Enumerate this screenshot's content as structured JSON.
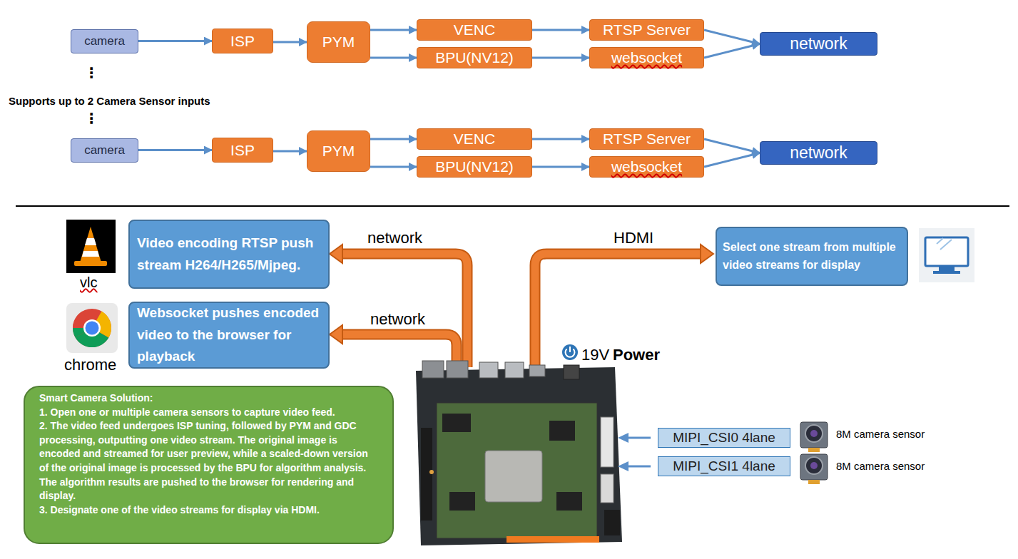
{
  "diagram": {
    "nodes": [
      {
        "text": [
          "camera"
        ]
      },
      {
        "text": [
          "ISP"
        ]
      },
      {
        "text": [
          "PYM"
        ]
      },
      {
        "text": [
          "VENC"
        ]
      },
      {
        "text": [
          "BPU(NV12)"
        ]
      },
      {
        "text": [
          "RTSP Server"
        ]
      },
      {
        "text": [
          "websocket"
        ]
      },
      {
        "text": [
          "network"
        ]
      },
      {
        "text": [
          "camera"
        ]
      },
      {
        "text": [
          "ISP"
        ]
      },
      {
        "text": [
          "PYM"
        ]
      },
      {
        "text": [
          "VENC"
        ]
      },
      {
        "text": [
          "BPU(NV12)"
        ]
      },
      {
        "text": [
          "RTSP Server"
        ]
      },
      {
        "text": [
          "websocket"
        ]
      },
      {
        "text": [
          "network"
        ]
      },
      {
        "text": [
          "Video encoding RTSP push stream H264/H265/Mjpeg."
        ]
      },
      {
        "text": [
          "Select one stream from multiple video streams for display"
        ]
      },
      {
        "text": [
          "Websocket pushes encoded video to the browser for playback"
        ]
      },
      {
        "text": [
          "Smart Camera Solution:",
          "1. Open one or multiple camera sensors to capture video feed.",
          "2. The video feed undergoes ISP tuning, followed by PYM and GDC processing, outputting one video stream. The original image is encoded and streamed for user preview, while a scaled-down version of the original image is processed by the BPU for algorithm analysis. The algorithm results are pushed to the browser for rendering and display.",
          "3. Designate one of the video streams for display via HDMI."
        ]
      },
      {
        "text": [
          "MIPI_CSI0 4lane"
        ]
      },
      {
        "text": [
          "MIPI_CSI1 4lane"
        ]
      }
    ],
    "edges": [
      {
        "from": 0,
        "to": 1,
        "arrow": "to"
      },
      {
        "from": 1,
        "to": 2,
        "arrow": "to"
      },
      {
        "from": 2,
        "to": 3,
        "arrow": "to"
      },
      {
        "from": 2,
        "to": 4,
        "arrow": "to"
      },
      {
        "from": 3,
        "to": 5,
        "arrow": "to"
      },
      {
        "from": 4,
        "to": 6,
        "arrow": "to"
      },
      {
        "from": 5,
        "to": 7,
        "arrow": "to"
      },
      {
        "from": 6,
        "to": 7,
        "arrow": "to"
      },
      {
        "from": 8,
        "to": 9,
        "arrow": "to"
      },
      {
        "from": 9,
        "to": 10,
        "arrow": "to"
      },
      {
        "from": 10,
        "to": 11,
        "arrow": "to"
      },
      {
        "from": 10,
        "to": 12,
        "arrow": "to"
      },
      {
        "from": 11,
        "to": 13,
        "arrow": "to"
      },
      {
        "from": 12,
        "to": 14,
        "arrow": "to"
      },
      {
        "from": 13,
        "to": 15,
        "arrow": "to"
      },
      {
        "from": 14,
        "to": 15,
        "arrow": "to"
      }
    ],
    "labels": [
      "⋮",
      "Supports up to 2 Camera Sensor inputs",
      "⋮",
      "network",
      "HDMI",
      "vlc",
      "network",
      "chrome",
      "19V",
      "Power",
      "8M camera sensor",
      "8M camera sensor"
    ]
  }
}
